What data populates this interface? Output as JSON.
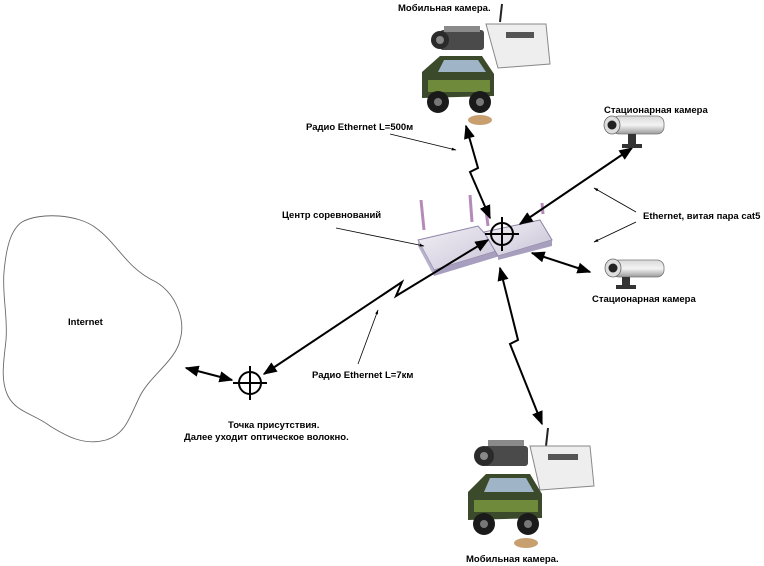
{
  "labels": {
    "internet": "Internet",
    "mobile_camera_top": "Мобильная камера.",
    "mobile_camera_bottom": "Мобильная камера.",
    "stationary_camera_top": "Стационарная камера",
    "stationary_camera_bottom": "Стационарная камера",
    "radio_500": "Радио Ethernet  L=500м",
    "radio_7km": "Радио Ethernet  L=7км",
    "competition_center": "Центр соревнований",
    "ethernet_cat5": "Ethernet, витая пара cat5",
    "pop_line1": "Точка присутствия.",
    "pop_line2": "Далее уходит оптическое волокно."
  },
  "icons": {
    "cloud": "internet-cloud",
    "crosshair": "crosshair-node",
    "router": "wireless-router",
    "camera": "ip-camera",
    "vehicle": "off-road-vehicle",
    "modem": "radio-modem",
    "bullet_camera": "stationary-bullet-camera"
  }
}
